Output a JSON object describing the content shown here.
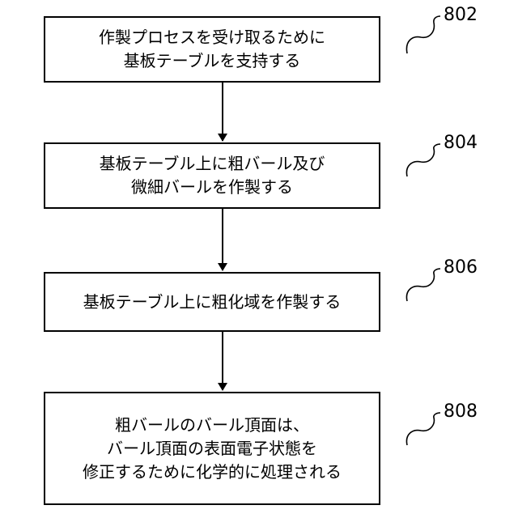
{
  "steps": [
    {
      "ref": "802",
      "lines": [
        "作製プロセスを受け取るために",
        "基板テーブルを支持する"
      ]
    },
    {
      "ref": "804",
      "lines": [
        "基板テーブル上に粗バール及び",
        "微細バールを作製する"
      ]
    },
    {
      "ref": "806",
      "lines": [
        "基板テーブル上に粗化域を作製する"
      ]
    },
    {
      "ref": "808",
      "lines": [
        "粗バールのバール頂面は、",
        "バール頂面の表面電子状態を",
        "修正するために化学的に処理される"
      ]
    }
  ]
}
